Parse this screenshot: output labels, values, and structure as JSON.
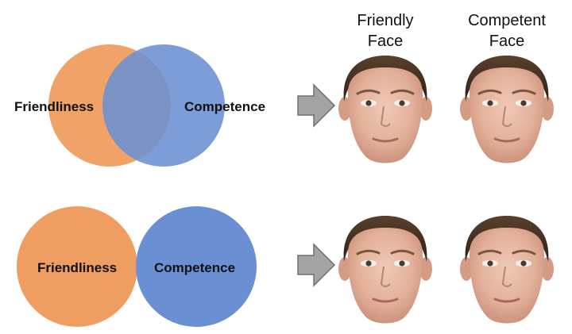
{
  "colors": {
    "friendliness_orange": "#ef9d61",
    "competence_blue": "#6a8fd2",
    "overlap": "#717cae",
    "arrow_fill": "#a3a3a3",
    "arrow_stroke": "#6f6f6f"
  },
  "headers": {
    "friendly": {
      "line1": "Friendly",
      "line2": "Face"
    },
    "competent": {
      "line1": "Competent",
      "line2": "Face"
    }
  },
  "rows": [
    {
      "relation": "overlapping",
      "left_circle_label": "Friendliness",
      "right_circle_label": "Competence",
      "arrow_icon": "right-arrow-icon",
      "faces": [
        "friendly-face",
        "competent-face"
      ]
    },
    {
      "relation": "separate",
      "left_circle_label": "Friendliness",
      "right_circle_label": "Competence",
      "arrow_icon": "right-arrow-icon",
      "faces": [
        "friendly-face",
        "competent-face"
      ]
    }
  ]
}
